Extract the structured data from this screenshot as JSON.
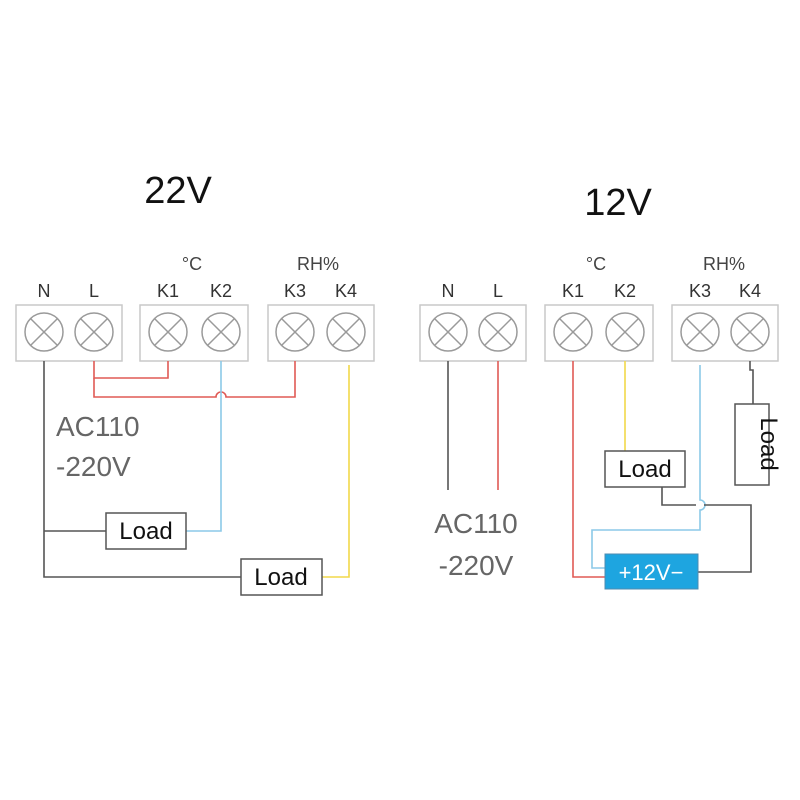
{
  "diagrams": [
    {
      "title": "22V",
      "group_labels": {
        "temperature": "°C",
        "humidity": "RH%"
      },
      "terminals": [
        "N",
        "L",
        "K1",
        "K2",
        "K3",
        "K4"
      ],
      "supply_label": [
        "AC110",
        "-220V"
      ],
      "loads": [
        "Load",
        "Load"
      ]
    },
    {
      "title": "12V",
      "group_labels": {
        "temperature": "°C",
        "humidity": "RH%"
      },
      "terminals": [
        "N",
        "L",
        "K1",
        "K2",
        "K3",
        "K4"
      ],
      "supply_label": [
        "AC110",
        "-220V"
      ],
      "loads": [
        "Load",
        "Load"
      ],
      "battery_label": "+12V−"
    }
  ],
  "colors": {
    "gray_wire": "#555555",
    "red_wire": "#e05a55",
    "blue_wire": "#8cc9e8",
    "yellow_wire": "#f2d94a",
    "battery_fill": "#1ea5e0"
  }
}
